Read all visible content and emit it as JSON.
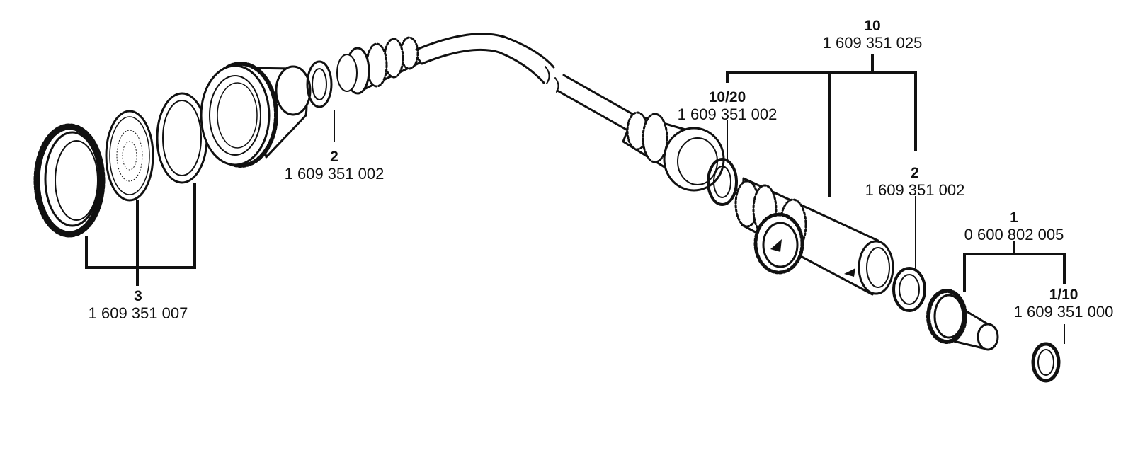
{
  "diagram": {
    "callouts": [
      {
        "id": "c-10",
        "number": "10",
        "part_no": "1 609 351 025"
      },
      {
        "id": "c-10-20",
        "number": "10/20",
        "part_no": "1 609 351 002"
      },
      {
        "id": "c-2-left",
        "number": "2",
        "part_no": "1 609 351 002"
      },
      {
        "id": "c-2-right",
        "number": "2",
        "part_no": "1 609 351 002"
      },
      {
        "id": "c-1",
        "number": "1",
        "part_no": "0 600 802 005"
      },
      {
        "id": "c-1-10",
        "number": "1/10",
        "part_no": "1 609 351 000"
      },
      {
        "id": "c-3",
        "number": "3",
        "part_no": "1 609 351 007"
      }
    ]
  }
}
